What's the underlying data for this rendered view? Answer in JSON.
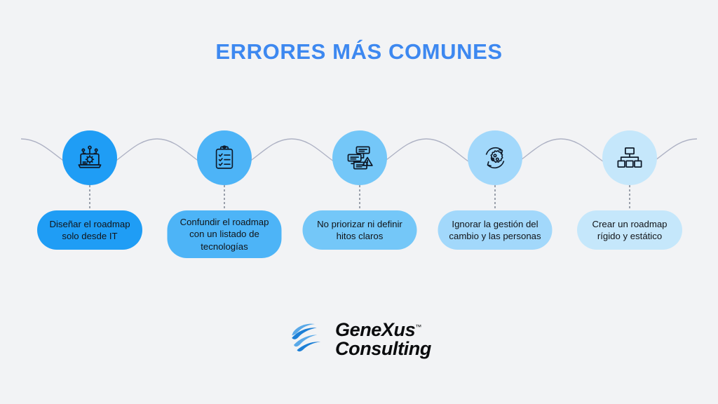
{
  "slide": {
    "background_color": "#f2f3f5",
    "title": "ERRORES MÁS COMUNES",
    "title_color": "#3d88f0"
  },
  "flow": {
    "connector_color": "#aeb2c4",
    "steps": [
      {
        "icon": "laptop-gear-icon",
        "circle_color": "#1f9df5",
        "pill_color": "#1f9df5",
        "label": "Diseñar el roadmap solo desde IT",
        "lines": [
          "Diseñar el roadmap",
          "solo desde IT"
        ]
      },
      {
        "icon": "clipboard-checklist-icon",
        "circle_color": "#4db4f7",
        "pill_color": "#4db4f7",
        "label": "Confundir el roadmap con un listado de tecnologías",
        "lines": [
          "Confundir el roadmap",
          "con un listado de",
          "tecnologías"
        ]
      },
      {
        "icon": "flowchart-warning-icon",
        "circle_color": "#74c7f8",
        "pill_color": "#74c7f8",
        "label": "No priorizar ni definir hitos claros",
        "lines": [
          "No priorizar ni definir",
          "hitos claros"
        ]
      },
      {
        "icon": "gear-people-refresh-icon",
        "circle_color": "#a2d8fb",
        "pill_color": "#a2d8fb",
        "label": "Ignorar la gestión del cambio y las personas",
        "lines": [
          "Ignorar la gestión del",
          "cambio y las personas"
        ]
      },
      {
        "icon": "org-hierarchy-icon",
        "circle_color": "#c5e7fb",
        "pill_color": "#c5e7fb",
        "label": "Crear un roadmap rígido y estático",
        "lines": [
          "Crear un roadmap",
          "rígido y estático"
        ]
      }
    ]
  },
  "logo": {
    "mark": "genexus-globe-icon",
    "name": "GeneXus",
    "trademark": "™",
    "subtitle": "Consulting",
    "color_dark": "#1c7fd6",
    "color_light": "#5aa9e8"
  }
}
